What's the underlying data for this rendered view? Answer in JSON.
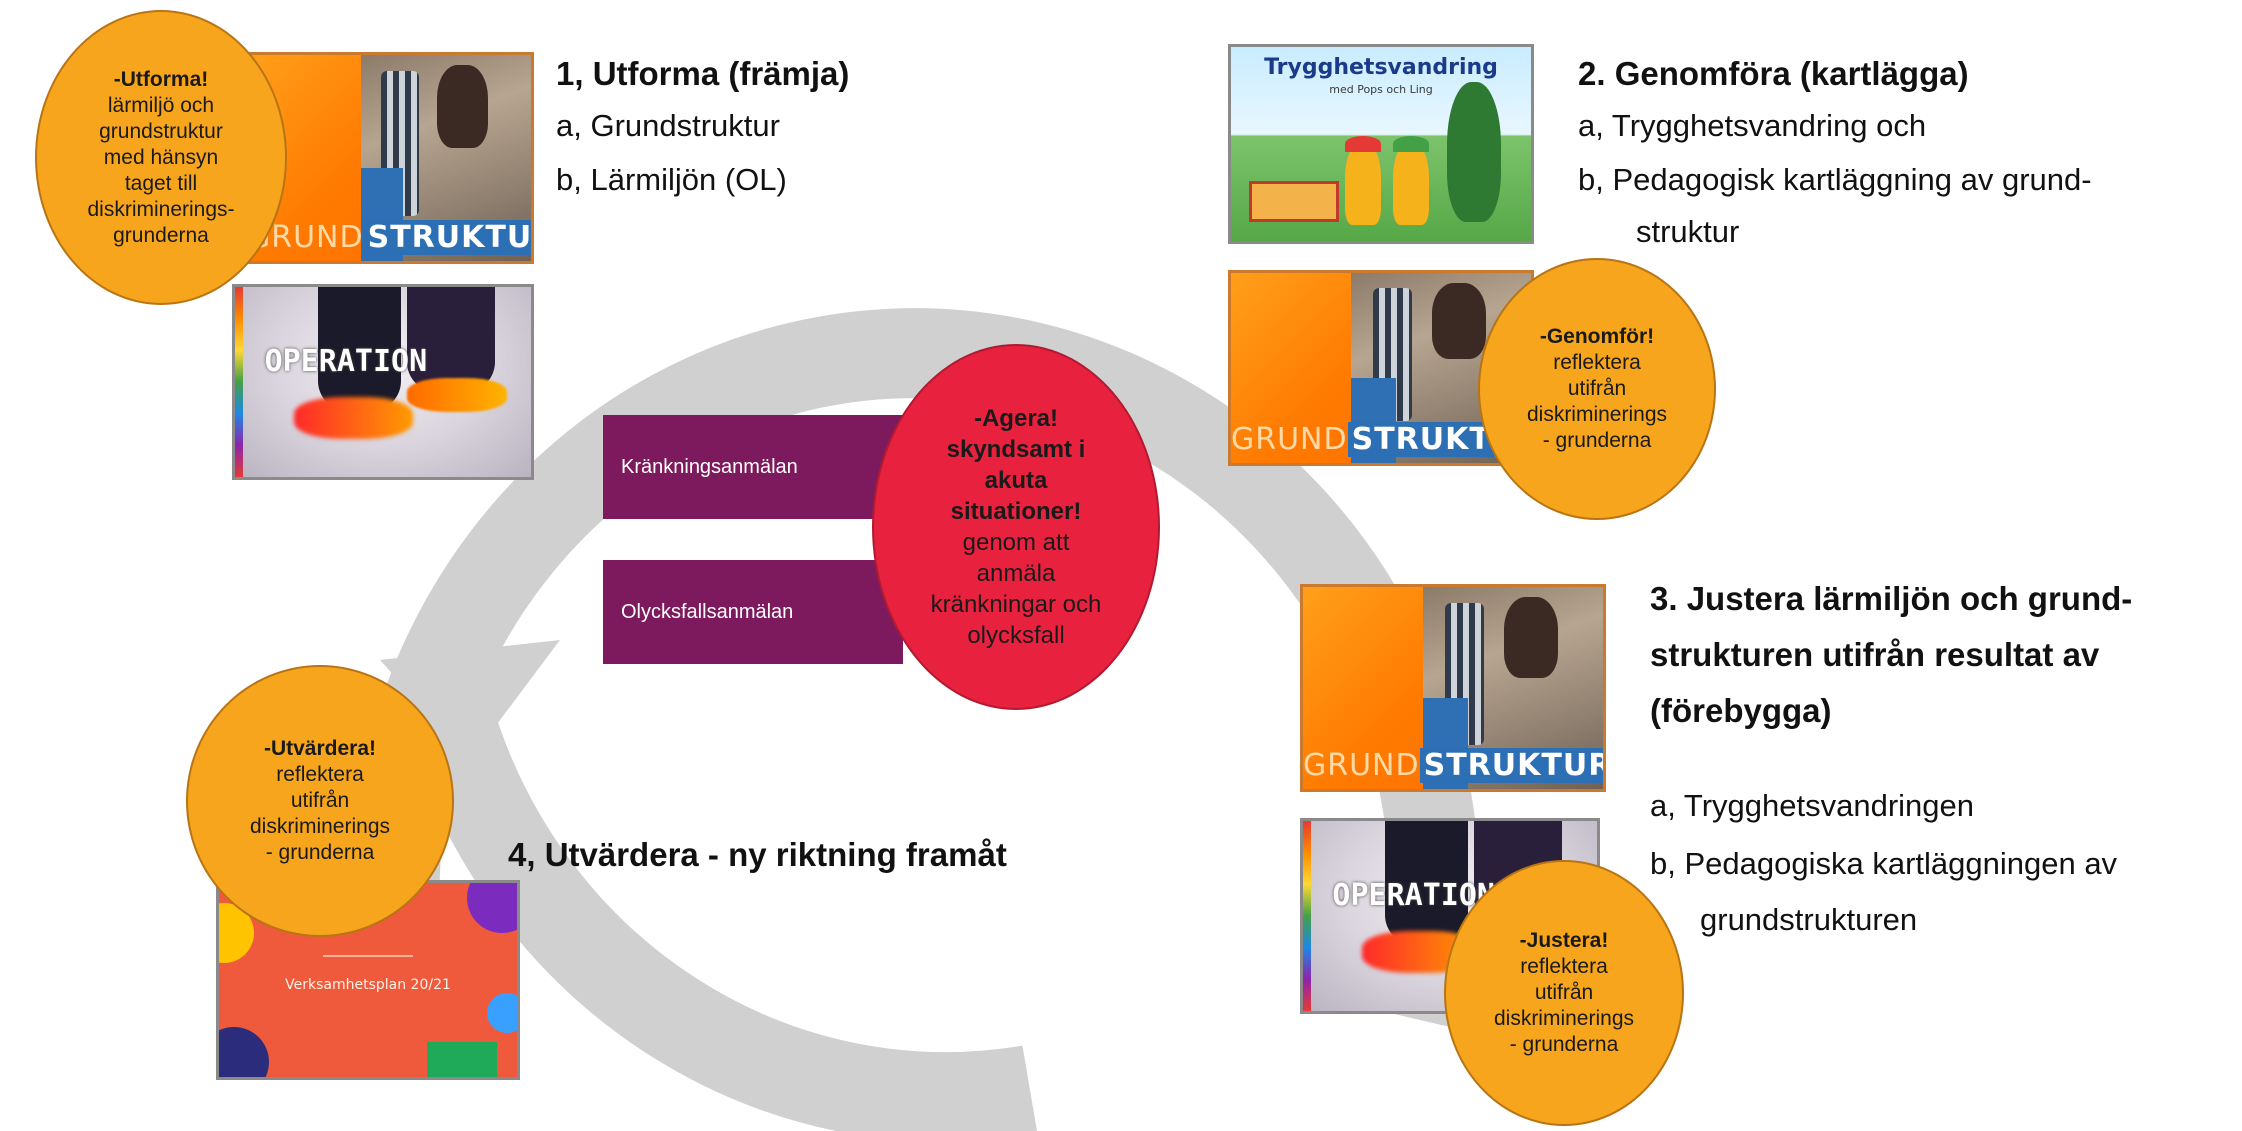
{
  "step1": {
    "heading": "1, Utforma (främja)",
    "items": [
      "a, Grundstruktur",
      "b, Lärmiljön (OL)"
    ],
    "bubble": {
      "title": "-Utforma!",
      "lines": [
        "lärmiljö och",
        "grundstruktur",
        "med hänsyn",
        "taget till",
        "diskriminerings-",
        "grunderna"
      ]
    }
  },
  "step2": {
    "heading": "2.  Genomföra (kartlägga)",
    "items": [
      "a,  Trygghetsvandring och",
      "b,  Pedagogisk kartläggning av grund-",
      "struktur"
    ],
    "bubble": {
      "title": "-Genomför!",
      "lines": [
        "reflektera",
        "utifrån",
        "diskriminerings",
        "- grunderna"
      ]
    }
  },
  "step3": {
    "heading_lines": [
      "3. Justera lärmiljön och grund-",
      "strukturen utifrån resultat av",
      "(förebygga)"
    ],
    "items": [
      "a, Trygghetsvandringen",
      "b, Pedagogiska kartläggningen av",
      "grundstrukturen"
    ],
    "bubble": {
      "title": "-Justera!",
      "lines": [
        "reflektera",
        "utifrån",
        "diskriminerings",
        "- grunderna"
      ]
    }
  },
  "step4": {
    "heading": "4, Utvärdera  - ny riktning framåt",
    "bubble": {
      "title": "-Utvärdera!",
      "lines": [
        "reflektera",
        "utifrån",
        "diskriminerings",
        "- grunderna"
      ]
    }
  },
  "center": {
    "bars": [
      "Kränkningsanmälan",
      "Olycksfallsanmälan"
    ],
    "bubble": {
      "bold_lines": [
        "-Agera!",
        "skyndsamt  i",
        "akuta",
        "situationer!"
      ],
      "lines": [
        "genom att",
        "anmäla",
        "kränkningar och",
        "olycksfall"
      ]
    }
  },
  "slides": {
    "grund_a": "GRUND",
    "grund_b": "STRUKTUR",
    "operation": "OPERATION",
    "tv_title": "Trygghetsvandring",
    "tv_sub": "med Pops och Ling",
    "vp_title": "Verksamhetsplan 20/21"
  },
  "colors": {
    "bubble": "#f7a51c",
    "red_bubble": "#e8213f",
    "bar": "#7d1a5e",
    "cycle_arrow": "#d0d0d0"
  }
}
